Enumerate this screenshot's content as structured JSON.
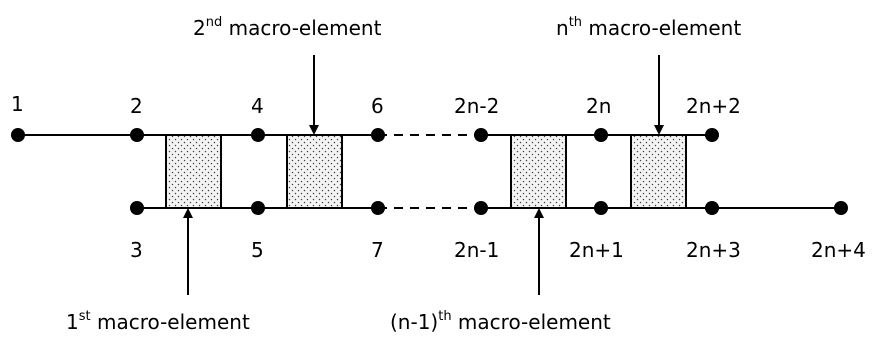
{
  "nodes_top": [
    {
      "id": "n1",
      "label": "1"
    },
    {
      "id": "n2",
      "label": "2"
    },
    {
      "id": "n4",
      "label": "4"
    },
    {
      "id": "n6",
      "label": "6"
    },
    {
      "id": "n2n-2",
      "label": "2n-2"
    },
    {
      "id": "n2n",
      "label": "2n"
    },
    {
      "id": "n2n+2",
      "label": "2n+2"
    }
  ],
  "nodes_bottom": [
    {
      "id": "n3",
      "label": "3"
    },
    {
      "id": "n5",
      "label": "5"
    },
    {
      "id": "n7",
      "label": "7"
    },
    {
      "id": "n2n-1",
      "label": "2n-1"
    },
    {
      "id": "n2n+1",
      "label": "2n+1"
    },
    {
      "id": "n2n+3",
      "label": "2n+3"
    },
    {
      "id": "n2n+4",
      "label": "2n+4"
    }
  ],
  "macro_labels": {
    "first": {
      "base": "1",
      "sup": "st",
      "rest": " macro-element"
    },
    "second": {
      "base": "2",
      "sup": "nd",
      "rest": " macro-element"
    },
    "nminus1": {
      "base": "(n-1)",
      "sup": "th",
      "rest": " macro-element"
    },
    "nth": {
      "base": "n",
      "sup": "th",
      "rest": " macro-element"
    }
  },
  "colors": {
    "stroke": "#000000",
    "fill_pattern_bg": "#f2f2f2",
    "dot": "#000000"
  }
}
